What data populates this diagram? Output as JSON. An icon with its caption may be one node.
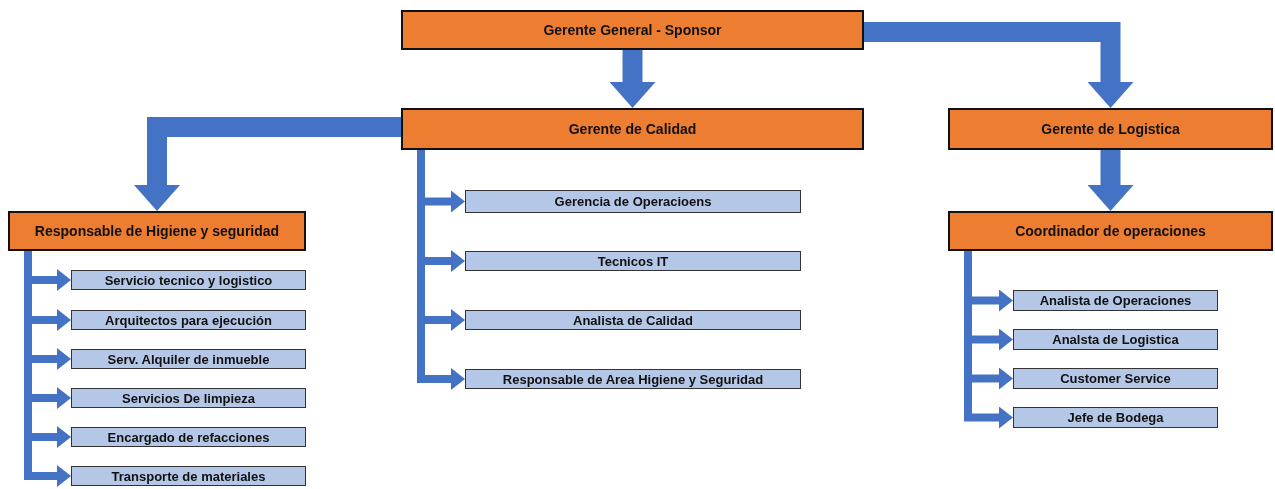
{
  "diagram": {
    "nodes": [
      {
        "text": [
          "Gerente General - Sponsor"
        ]
      },
      {
        "text": [
          "Gerente de Calidad"
        ]
      },
      {
        "text": [
          "Gerente de Logistica"
        ]
      },
      {
        "text": [
          "Responsable de Higiene y seguridad"
        ]
      },
      {
        "text": [
          "Coordinador de operaciones"
        ]
      },
      {
        "text": [
          "Servicio tecnico y logistico"
        ]
      },
      {
        "text": [
          "Arquitectos para ejecución"
        ]
      },
      {
        "text": [
          "Serv. Alquiler de inmueble"
        ]
      },
      {
        "text": [
          "Servicios De limpieza"
        ]
      },
      {
        "text": [
          "Encargado de refacciones"
        ]
      },
      {
        "text": [
          "Transporte de materiales"
        ]
      },
      {
        "text": [
          "Gerencia de Operacioens"
        ]
      },
      {
        "text": [
          "Tecnicos IT"
        ]
      },
      {
        "text": [
          "Analista de Calidad"
        ]
      },
      {
        "text": [
          "Responsable de Area Higiene y Seguridad"
        ]
      },
      {
        "text": [
          "Analista de Operaciones"
        ]
      },
      {
        "text": [
          "Analsta de Logistica"
        ]
      },
      {
        "text": [
          "Customer Service"
        ]
      },
      {
        "text": [
          "Jefe de Bodega"
        ]
      }
    ],
    "edges": [
      {
        "from": 0,
        "to": 1,
        "arrow": "to",
        "style": "thick"
      },
      {
        "from": 0,
        "to": 2,
        "arrow": "to",
        "style": "thick"
      },
      {
        "from": 1,
        "to": 3,
        "arrow": "to",
        "style": "thick"
      },
      {
        "from": 2,
        "to": 4,
        "arrow": "to",
        "style": "thick"
      },
      {
        "from": 3,
        "to": 5,
        "arrow": "to"
      },
      {
        "from": 3,
        "to": 6,
        "arrow": "to"
      },
      {
        "from": 3,
        "to": 7,
        "arrow": "to"
      },
      {
        "from": 3,
        "to": 8,
        "arrow": "to"
      },
      {
        "from": 3,
        "to": 9,
        "arrow": "to"
      },
      {
        "from": 3,
        "to": 10,
        "arrow": "to"
      },
      {
        "from": 1,
        "to": 11,
        "arrow": "to"
      },
      {
        "from": 1,
        "to": 12,
        "arrow": "to"
      },
      {
        "from": 1,
        "to": 13,
        "arrow": "to"
      },
      {
        "from": 1,
        "to": 14,
        "arrow": "to"
      },
      {
        "from": 4,
        "to": 15,
        "arrow": "to"
      },
      {
        "from": 4,
        "to": 16,
        "arrow": "to"
      },
      {
        "from": 4,
        "to": 17,
        "arrow": "to"
      },
      {
        "from": 4,
        "to": 18,
        "arrow": "to"
      }
    ]
  }
}
